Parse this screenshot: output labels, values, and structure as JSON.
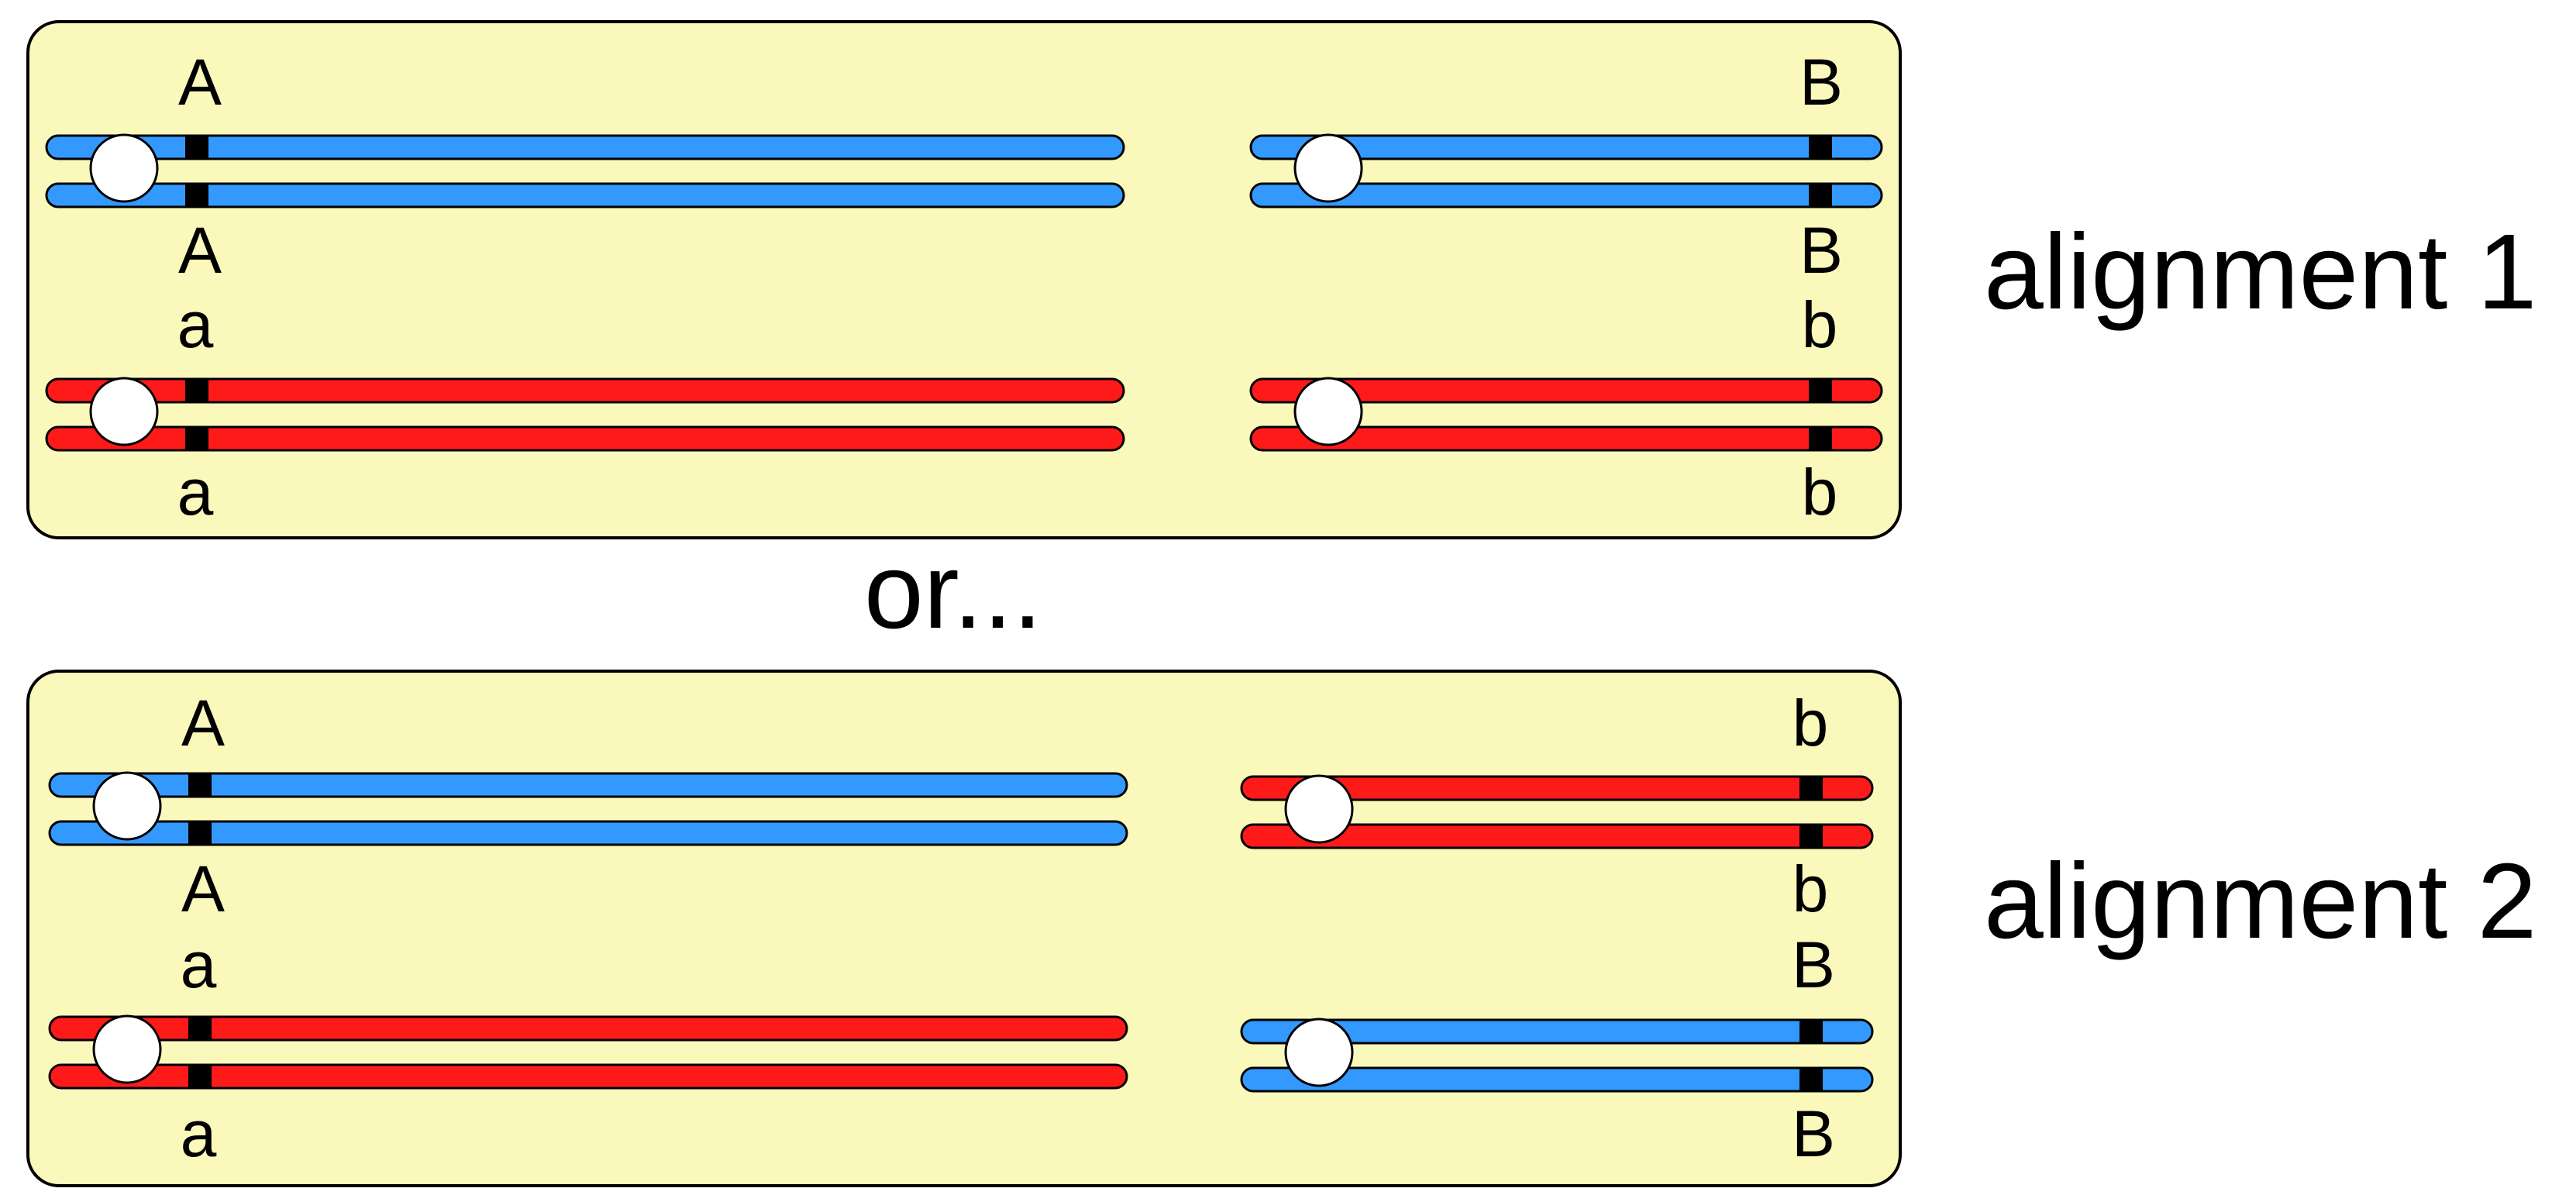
{
  "colors": {
    "panel_fill": "#FBF8BB",
    "panel_stroke": "#000000",
    "blue": "#3399FF",
    "red": "#FF1A1A",
    "locus": "#000000",
    "centromere": "#FFFFFF"
  },
  "panels": [
    {
      "caption": "alignment 1",
      "labels": {
        "left_top": "A",
        "left_mid_upper": "A",
        "left_mid_lower": "a",
        "left_bottom": "a",
        "right_top": "B",
        "right_mid_upper": "B",
        "right_mid_lower": "b",
        "right_bottom": "b"
      },
      "pairs": {
        "left_top": "blue",
        "left_bottom": "red",
        "right_top": "blue",
        "right_bottom": "red"
      }
    },
    {
      "caption": "alignment 2",
      "labels": {
        "left_top": "A",
        "left_mid_upper": "A",
        "left_mid_lower": "a",
        "left_bottom": "a",
        "right_top": "b",
        "right_mid_upper": "b",
        "right_mid_lower": "B",
        "right_bottom": "B"
      },
      "pairs": {
        "left_top": "blue",
        "left_bottom": "red",
        "right_top": "red",
        "right_bottom": "blue"
      }
    }
  ],
  "separator_text": "or..."
}
